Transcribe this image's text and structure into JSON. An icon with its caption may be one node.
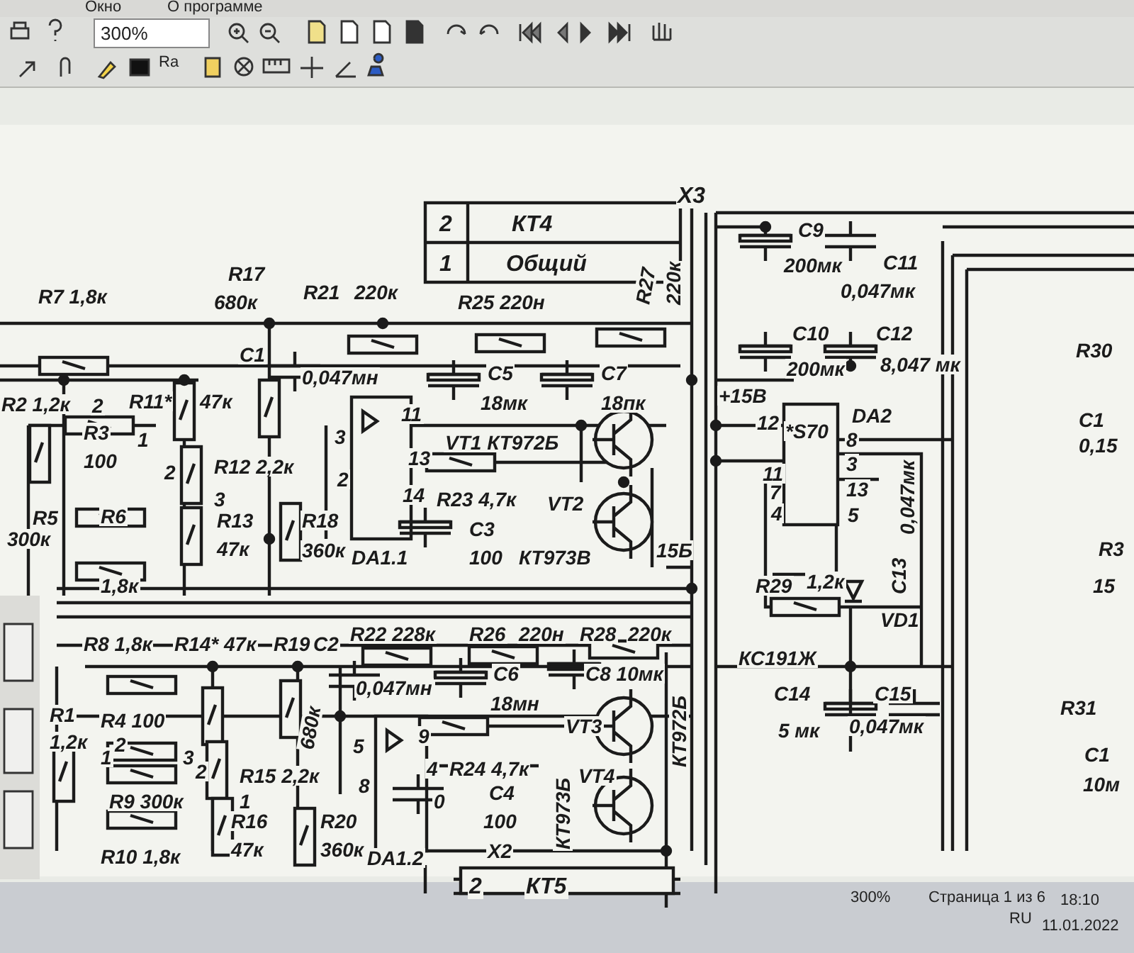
{
  "diagram": {
    "labels": [
      "Окно",
      "О программе",
      "300%",
      "Ra",
      "2",
      "КТ4",
      "X3",
      "1",
      "Общий",
      "R7 1,8к",
      "R17",
      "680к",
      "R21",
      "220к",
      "R25 220н",
      "R27",
      "220к",
      "C9",
      "200мк",
      "C11",
      "0,047мк",
      "C1",
      "0,047мн",
      "C5",
      "18мк",
      "C7",
      "18пк",
      "C10",
      "200мк",
      "C12",
      "8,047 мк",
      "+15В",
      "R2 1,2к",
      "2",
      "R11*",
      "47к",
      "R30",
      "DA2",
      "12",
      "*S70",
      "8",
      "3",
      "11",
      "7",
      "13",
      "4",
      "5",
      "R3",
      "100",
      "1",
      "2",
      "R12 2,2к",
      "3",
      "3",
      "11",
      "13",
      "2",
      "14",
      "R23 4,7к",
      "VT1 КТ972Б",
      "VT2",
      "C1",
      "0,15",
      "R5",
      "300к",
      "R6",
      "1,8к",
      "R13",
      "47к",
      "R18",
      "360к",
      "DA1.1",
      "C3",
      "100",
      "КТ973В",
      "15Б",
      "R29",
      "1,2к",
      "C13",
      "0,047мк",
      "VD1",
      "R3",
      "15",
      "КС191Ж",
      "R8 1,8к",
      "R14* 47к",
      "R19",
      "C2",
      "R22 228к",
      "0,047мн",
      "R26",
      "220н",
      "R28",
      "220к",
      "C6",
      "18мн",
      "C8 10мк",
      "C14",
      "5 мк",
      "C15",
      "0,047мк",
      "R31",
      "R1",
      "1,2к",
      "R4 100",
      "2",
      "1",
      "3",
      "VT3",
      "КТ972Б",
      "680к",
      "5",
      "8",
      "2",
      "R15 2,2к",
      "R9 300к",
      "1",
      "VT4",
      "9",
      "4",
      "R24 4,7к",
      "0",
      "C4",
      "100",
      "КТ973Б",
      "C1",
      "10м",
      "R16",
      "47к",
      "R20",
      "360к",
      "R10 1,8к",
      "DA1.2",
      "X2",
      "2",
      "КТ5",
      "300%",
      "Страница 1 из 6",
      "RU",
      "18:10",
      "11.01.2022"
    ]
  }
}
